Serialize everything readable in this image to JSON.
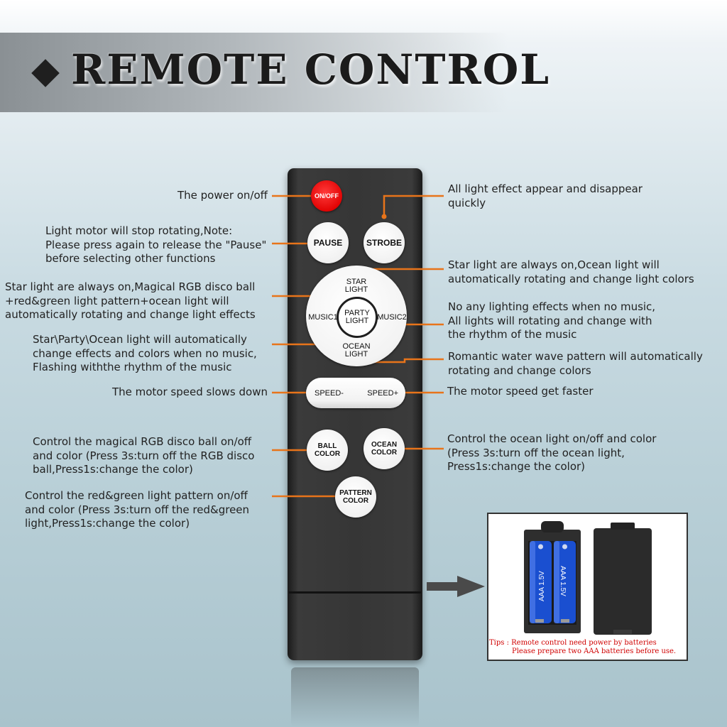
{
  "header": {
    "title": "REMOTE CONTROL"
  },
  "buttons": {
    "power": "ON/OFF",
    "pause": "PAUSE",
    "strobe": "STROBE",
    "star_light": "STAR\nLIGHT",
    "party_light": "PARTY\nLIGHT",
    "music1": "MUSIC1",
    "music2": "MUSIC2",
    "ocean_light": "OCEAN\nLIGHT",
    "speed_minus": "SPEED-",
    "speed_plus": "SPEED+",
    "ball_color": "BALL\nCOLOR",
    "ocean_color": "OCEAN\nCOLOR",
    "pattern_color": "PATTERN\nCOLOR"
  },
  "annotations": {
    "power": "The power on/off",
    "pause": "Light motor will stop rotating,Note:\nPlease press again to release the \"Pause\"\nbefore selecting other functions",
    "party_light": "Star light are always on,Magical RGB disco ball\n+red&green light pattern+ocean light will\nautomatically rotating and change light effects",
    "music1": "Star\\Party\\Ocean light will automatically\nchange effects and colors when no music,\nFlashing withthe rhythm of the music",
    "speed_minus": "The motor speed slows down",
    "ball_color": "Control the magical RGB disco ball on/off\nand color (Press 3s:turn off the RGB disco\nball,Press1s:change the color)",
    "pattern_color": "Control the red&green light pattern on/off\nand color (Press 3s:turn off the red&green\nlight,Press1s:change the color)",
    "strobe": "All light effect appear and disappear\nquickly",
    "star_light": "Star light are always on,Ocean light will\nautomatically rotating and change light colors",
    "music2": "No any lighting effects when no music,\nAll lights will rotating and change with\nthe rhythm of the music",
    "ocean_light": "Romantic water wave pattern will automatically\nrotating and change colors",
    "speed_plus": "The motor speed get faster",
    "ocean_color": "Control the ocean light on/off and color\n(Press 3s:turn off the ocean light,\nPress1s:change the color)"
  },
  "battery": {
    "battery_label": "AAA  1.5V",
    "tips_line1": "Tips : Remote control need power by batteries",
    "tips_line2": "Please prepare two AAA batteries before use."
  },
  "colors": {
    "accent_orange": "#e8741a",
    "power_red": "#e00000",
    "battery_blue": "#1a4fd0",
    "remote_body": "#363636"
  },
  "icons": [
    "diamond-icon",
    "arrow-right-icon",
    "battery-icon"
  ]
}
